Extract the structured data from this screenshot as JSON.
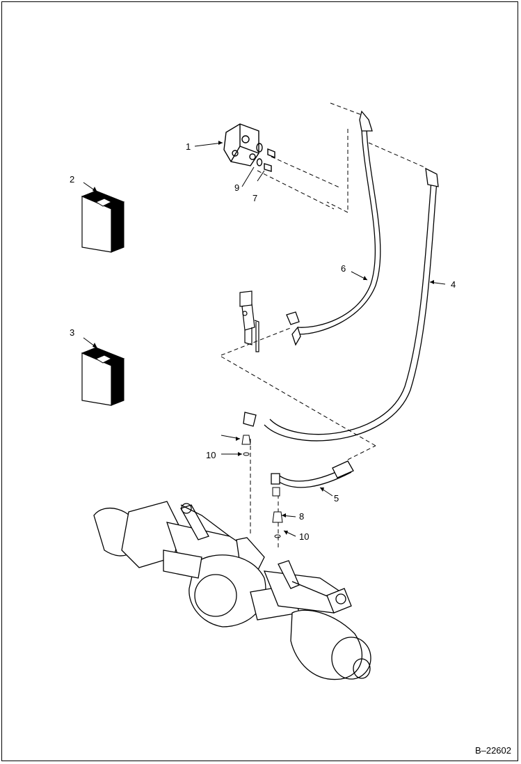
{
  "drawing_number": "B–22602",
  "callouts": [
    "1",
    "2",
    "3",
    "4",
    "5",
    "6",
    "7",
    "8",
    "9",
    "10",
    "10"
  ],
  "stroke_color": "#000000",
  "icons": {
    "valve": "valve-block-icon",
    "decal": "decal-icon",
    "axle": "axle-assembly-icon"
  }
}
